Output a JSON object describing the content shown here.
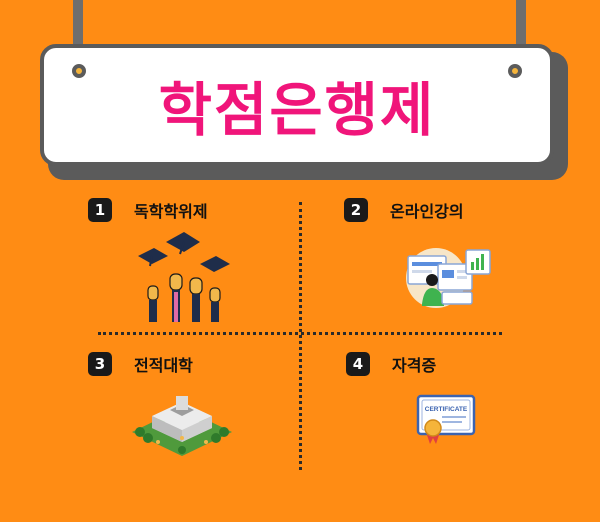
{
  "title": "학점은행제",
  "items": [
    {
      "number": "1",
      "label": "독학학위제",
      "icon": "graduation-caps-icon"
    },
    {
      "number": "2",
      "label": "온라인강의",
      "icon": "online-lecture-icon"
    },
    {
      "number": "3",
      "label": "전적대학",
      "icon": "university-building-icon"
    },
    {
      "number": "4",
      "label": "자격증",
      "icon": "certificate-icon"
    }
  ],
  "certificate_text": "CERTIFICATE",
  "colors": {
    "background": "#FF8C14",
    "title": "#F0157A",
    "frame": "#5b5b5b"
  }
}
